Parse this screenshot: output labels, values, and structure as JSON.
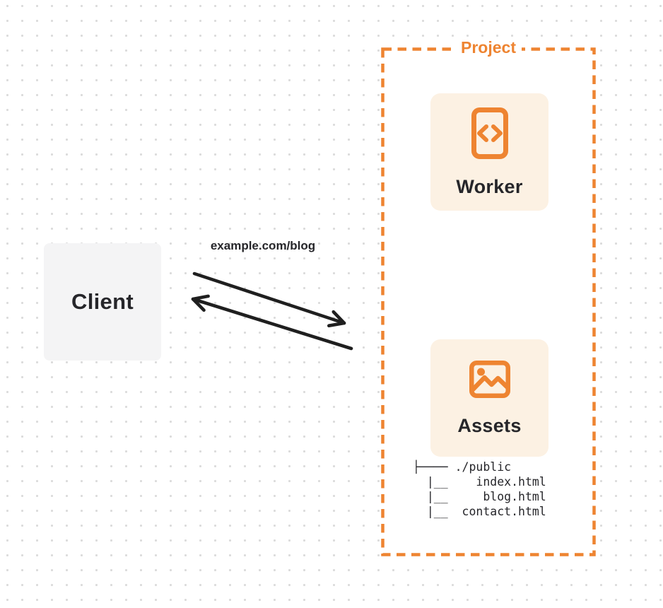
{
  "colors": {
    "accent": "#EE8431",
    "card_bg": "#FCF1E3",
    "client_bg": "#F4F4F5",
    "text": "#26262A",
    "arrow": "#1F1F1F",
    "dot": "#DBDBDB"
  },
  "client": {
    "label": "Client"
  },
  "request": {
    "label": "example.com/blog"
  },
  "project": {
    "label": "Project",
    "nodes": [
      {
        "label": "Worker",
        "icon": "code-file-icon"
      },
      {
        "label": "Assets",
        "icon": "image-icon"
      }
    ],
    "file_tree": [
      "├──── ./public",
      "  |__    index.html",
      "  |__     blog.html",
      "  |__  contact.html"
    ]
  }
}
